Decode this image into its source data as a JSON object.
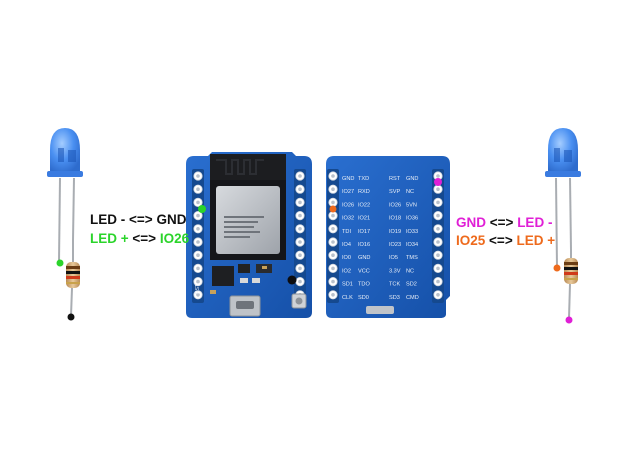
{
  "labels": {
    "left_line1": {
      "a": "LED -",
      "b": "<=>",
      "c": "GND"
    },
    "left_line2": {
      "a": "LED +",
      "b": "<=>",
      "c": "IO26"
    },
    "right_line1": {
      "a": "GND",
      "b": "<=>",
      "c": "LED -"
    },
    "right_line2": {
      "a": "IO25",
      "b": "<=>",
      "c": "LED +"
    }
  },
  "back_silkscreen": {
    "left_cols": [
      [
        "GND",
        "TXD"
      ],
      [
        "IO27",
        "RXD"
      ],
      [
        "IO26",
        "IO22"
      ],
      [
        "IO32",
        "IO21"
      ],
      [
        "TDI",
        "IO17"
      ],
      [
        "IO4",
        "IO16"
      ],
      [
        "IO0",
        "GND"
      ],
      [
        "IO2",
        "VCC"
      ],
      [
        "SD1",
        "TDO"
      ],
      [
        "CLK",
        "SD0"
      ]
    ],
    "right_cols": [
      [
        "RST",
        "GND"
      ],
      [
        "SVP",
        "NC"
      ],
      [
        "IO26",
        "5VN"
      ],
      [
        "IO18",
        "IO36"
      ],
      [
        "IO19",
        "IO33"
      ],
      [
        "IO23",
        "IO34"
      ],
      [
        "IO5",
        "TMS"
      ],
      [
        "3.3V",
        "NC"
      ],
      [
        "TCK",
        "SD2"
      ],
      [
        "SD3",
        "CMD"
      ]
    ]
  },
  "board_text": {
    "rst": "RST"
  },
  "colors": {
    "green": "#2bd42b",
    "magenta": "#e01fd6",
    "orange": "#ee6a1c",
    "black": "#111111",
    "board_blue": "#1a5db8",
    "led_blue": "#3a86f0"
  }
}
